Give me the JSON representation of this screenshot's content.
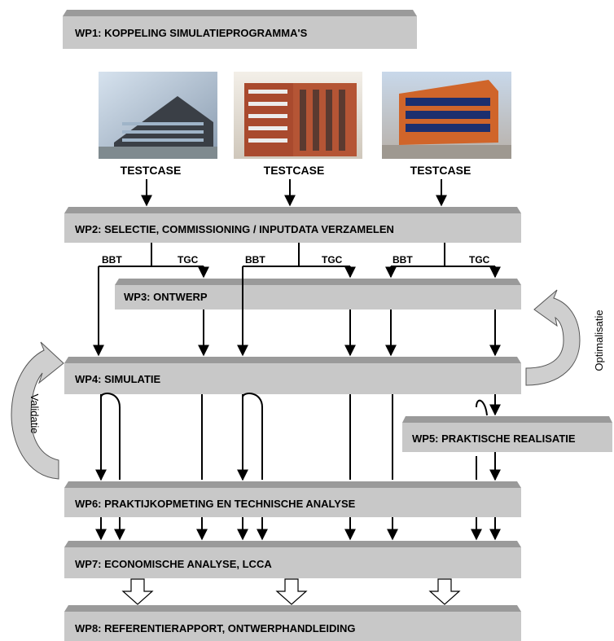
{
  "boxes": {
    "wp1": "WP1: KOPPELING SIMULATIEPROGRAMMA'S",
    "wp2": "WP2: SELECTIE, COMMISSIONING / INPUTDATA VERZAMELEN",
    "wp3": "WP3: ONTWERP",
    "wp4": "WP4: SIMULATIE",
    "wp5": "WP5: PRAKTISCHE REALISATIE",
    "wp6": "WP6: PRAKTIJKOPMETING EN TECHNISCHE ANALYSE",
    "wp7": "WP7: ECONOMISCHE ANALYSE, LCCA",
    "wp8": "WP8: REFERENTIERAPPORT, ONTWERPHANDLEIDING"
  },
  "testcases": [
    "TESTCASE",
    "TESTCASE",
    "TESTCASE"
  ],
  "branches": {
    "bbt": "BBT",
    "tgc": "TGC"
  },
  "loops": {
    "left": "Validatie",
    "right": "Optimalisatie"
  },
  "colors": {
    "box_face": "#c8c8c8",
    "box_top": "#9a9a9a",
    "loop_fill": "#cfcfcf"
  }
}
